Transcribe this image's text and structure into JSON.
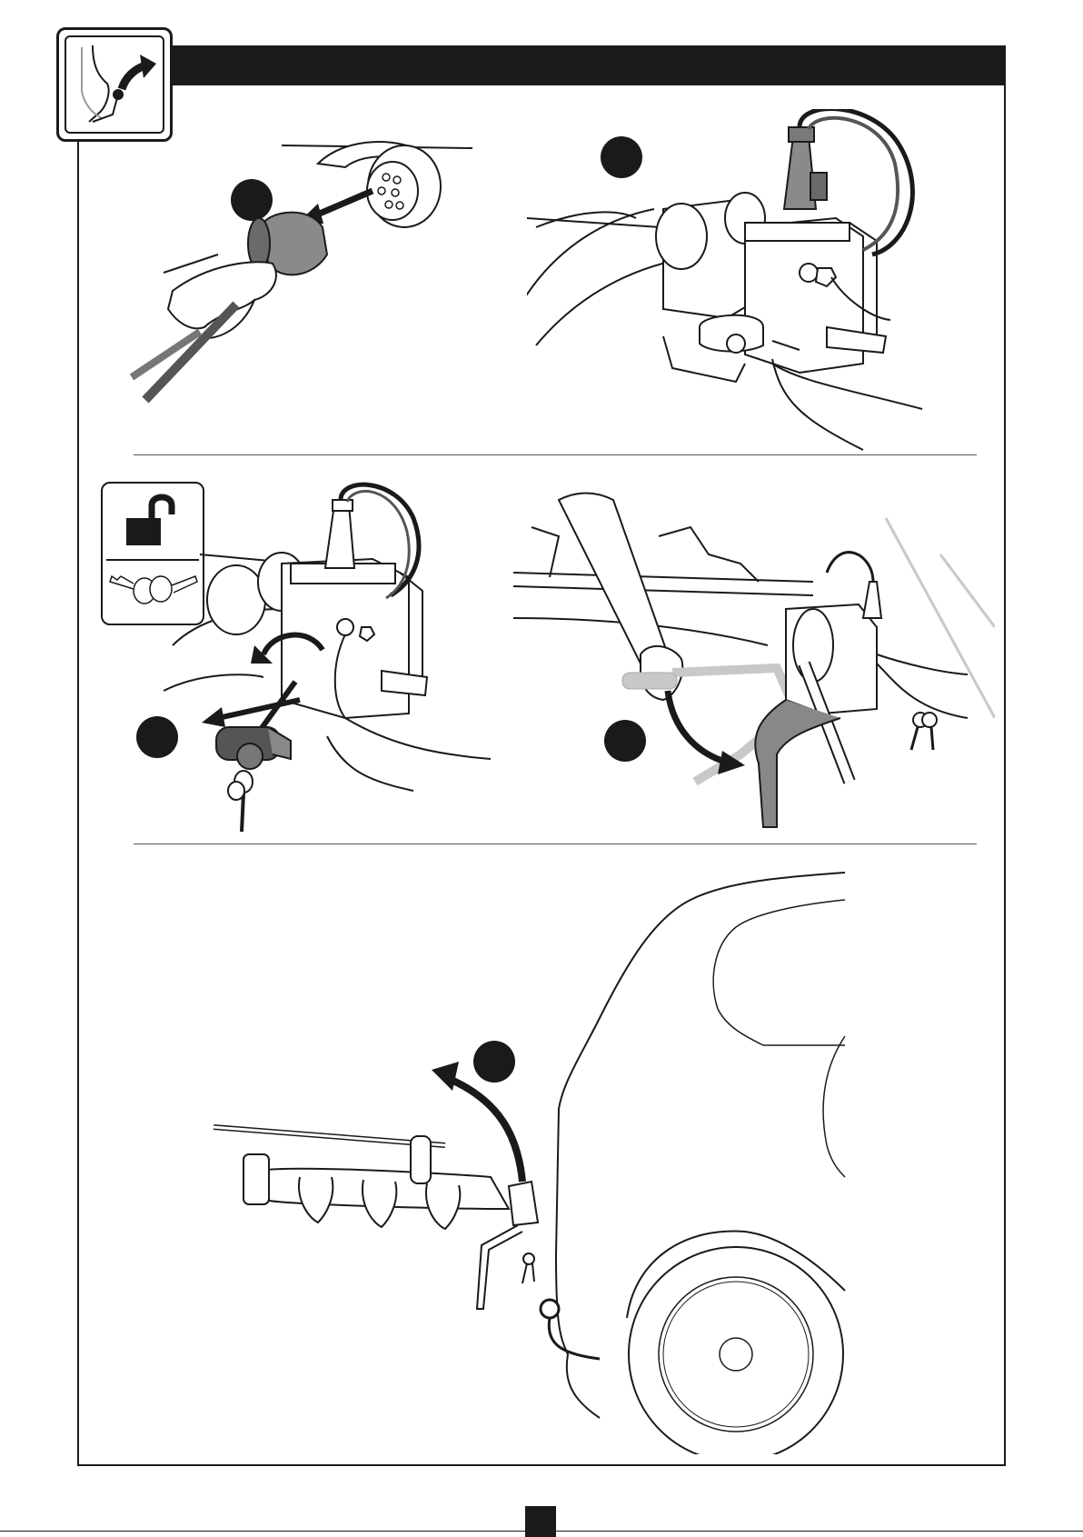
{
  "header": {
    "title": ""
  },
  "colors": {
    "ink": "#1a1a1a",
    "paper": "#ffffff",
    "grey": "#9a9a9a",
    "lightgrey": "#c8c8c8"
  },
  "icons": {
    "page_icon": "tilt-rack-icon",
    "lock_panel_top": "unlocked-padlock-icon",
    "lock_panel_bottom": "keys-icon"
  },
  "steps": [
    {
      "name": "unplug-electrical-connector"
    },
    {
      "name": "connector-stowed-on-rack"
    },
    {
      "name": "remove-locking-pin"
    },
    {
      "name": "tilt-rack-down"
    },
    {
      "name": "rack-tilted-clear-of-boot"
    }
  ]
}
